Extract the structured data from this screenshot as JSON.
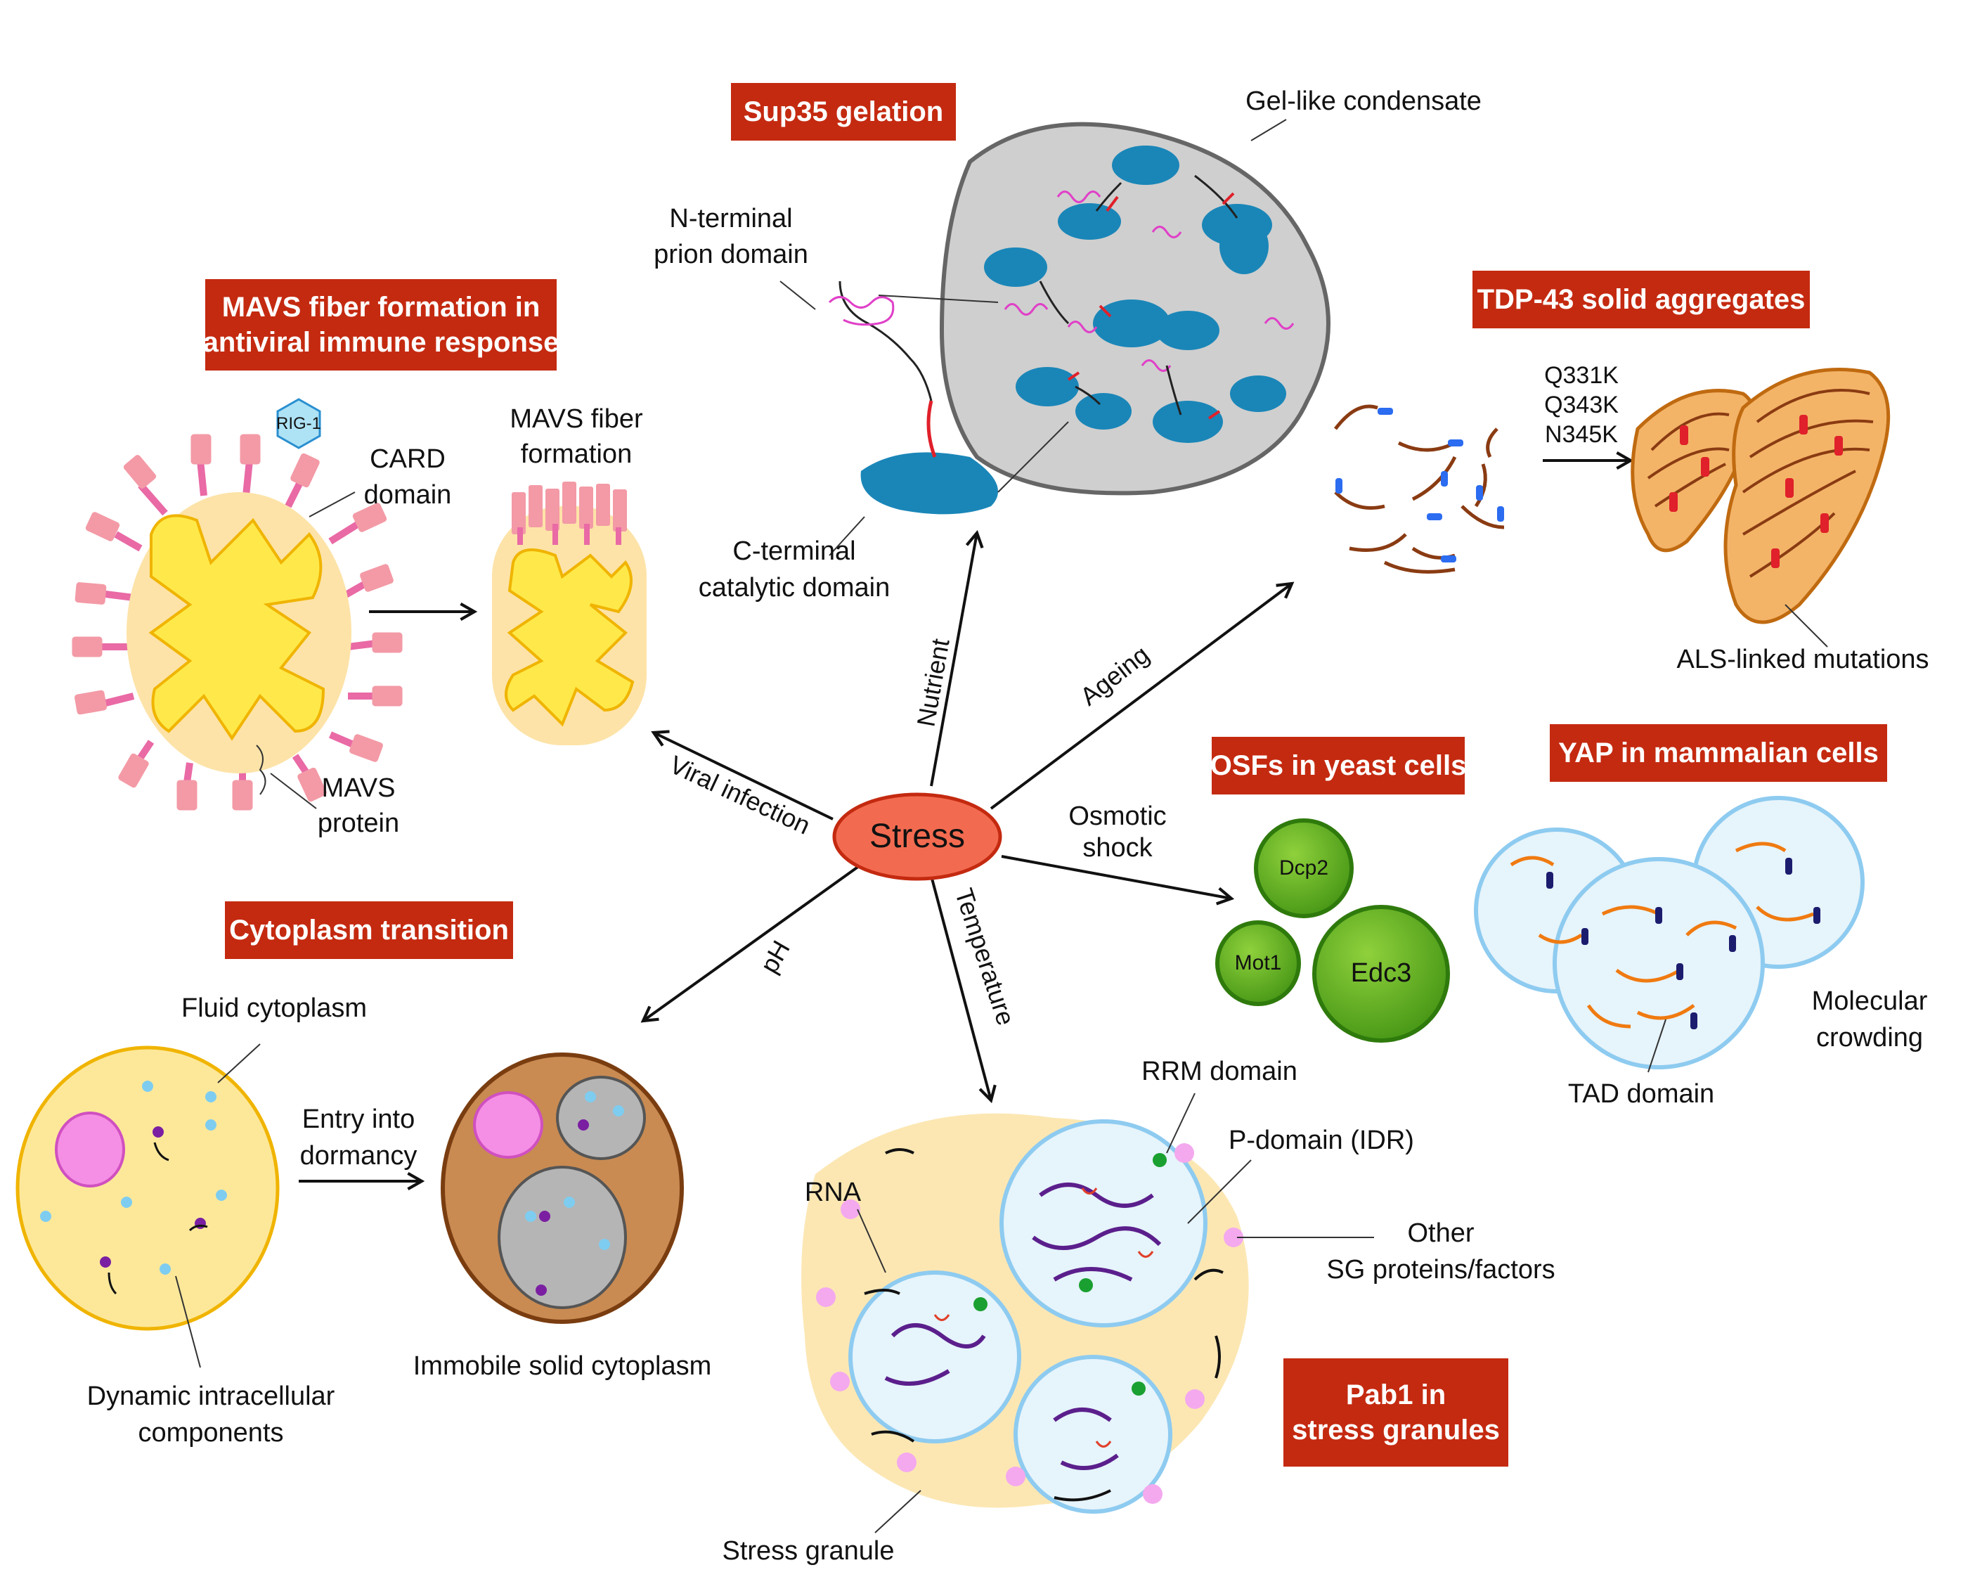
{
  "center": {
    "label": "Stress"
  },
  "stressors": {
    "nutrient": "Nutrient",
    "ageing": "Ageing",
    "viral": "Viral infection",
    "osmotic_line1": "Osmotic",
    "osmotic_line2": "shock",
    "ph": "pH",
    "temperature": "Temperature"
  },
  "panels": {
    "sup35": {
      "title": "Sup35 gelation",
      "gel": "Gel-like condensate",
      "nterm_line1": "N-terminal",
      "nterm_line2": "prion domain",
      "cterm_line1": "C-terminal",
      "cterm_line2": "catalytic domain"
    },
    "mavs": {
      "title_line1": "MAVS fiber formation in",
      "title_line2": "antiviral immune response",
      "rig1": "RIG-1",
      "card_line1": "CARD",
      "card_line2": "domain",
      "fiber_line1": "MAVS fiber",
      "fiber_line2": "formation",
      "protein_line1": "MAVS",
      "protein_line2": "protein"
    },
    "tdp43": {
      "title": "TDP-43 solid aggregates",
      "mutations": [
        "Q331K",
        "Q343K",
        "N345K"
      ],
      "als": "ALS-linked mutations"
    },
    "osf": {
      "title": "OSFs in yeast cells",
      "dcp2": "Dcp2",
      "mot1": "Mot1",
      "edc3": "Edc3"
    },
    "yap": {
      "title": "YAP in mammalian cells",
      "crowd_line1": "Molecular",
      "crowd_line2": "crowding",
      "tad": "TAD domain"
    },
    "cytoplasm": {
      "title": "Cytoplasm transition",
      "fluid": "Fluid cytoplasm",
      "entry_line1": "Entry into",
      "entry_line2": "dormancy",
      "dyn_line1": "Dynamic intracellular",
      "dyn_line2": "components",
      "immobile": "Immobile solid cytoplasm"
    },
    "pab1": {
      "title_line1": "Pab1 in",
      "title_line2": "stress granules",
      "rrm": "RRM domain",
      "pdomain": "P-domain (IDR)",
      "rna": "RNA",
      "other_line1": "Other",
      "other_line2": "SG proteins/factors",
      "sg": "Stress granule"
    }
  },
  "colors": {
    "title_bg": "#c42a10",
    "stress_fill": "#f26b50",
    "mito_yellow": "#ffe94a",
    "mito_outer": "#fde3a8",
    "mavs_pink": "#f39aa6",
    "sup35_blue": "#1a86b8",
    "condensate_grey": "#cfcfcf",
    "tdp_orange": "#f3b468",
    "osf_green": "#5eae1f",
    "yap_blue": "#e6f4fb",
    "sg_beige": "#fce7b3",
    "cyto_yellow": "#fde89a",
    "cyto_brown": "#c98b52"
  }
}
